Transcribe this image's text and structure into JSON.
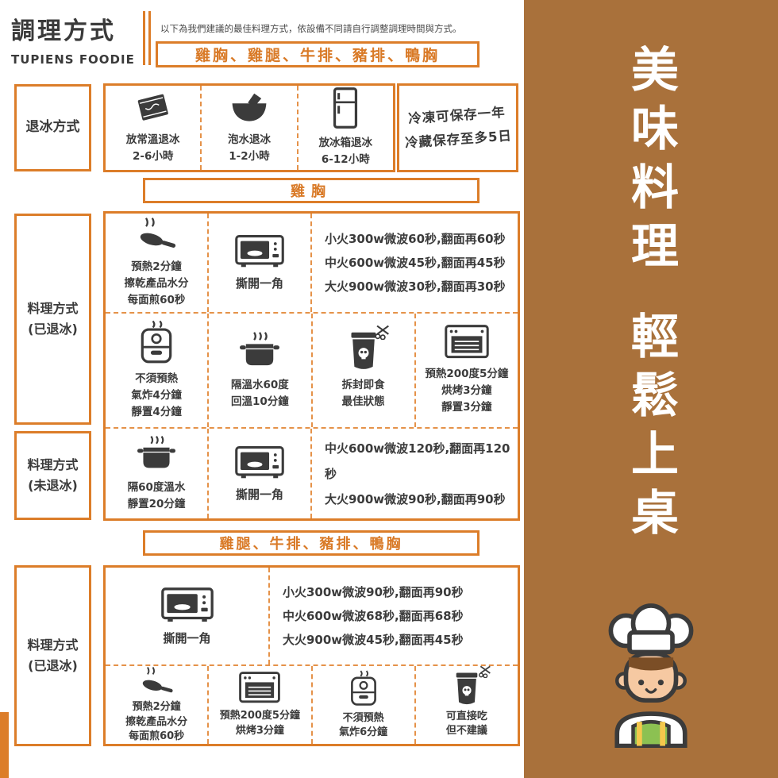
{
  "colors": {
    "accent_orange": "#DC7D29",
    "sidebar_brown": "#A9713B",
    "text_dark": "#3B3B3B"
  },
  "brand": {
    "title": "調理方式",
    "name": "TUPIENS FOODIE",
    "note": "以下為我們建議的最佳料理方式，依設備不同請自行調整調理時間與方式。"
  },
  "banners": {
    "all_products": "雞胸、雞腿、牛排、豬排、鴨胸",
    "chicken_breast": "雞胸",
    "other_products": "雞腿、牛排、豬排、鴨胸"
  },
  "defrost": {
    "label": "退冰方式",
    "methods": [
      {
        "icon": "sachet-icon",
        "text": "放常溫退冰\n2-6小時"
      },
      {
        "icon": "bowl-icon",
        "text": "泡水退冰\n1-2小時"
      },
      {
        "icon": "fridge-icon",
        "text": "放冰箱退冰\n6-12小時"
      }
    ],
    "storage_note": "冷凍可保存一年\n冷藏保存至多5日"
  },
  "chicken_breast": {
    "defrosted": {
      "label": "料理方式\n(已退冰)",
      "pan_text": "預熱2分鐘\n擦乾產品水分\n每面煎60秒",
      "microwave_label": "撕開一角",
      "microwave_lines": "小火300w微波60秒,翻面再60秒\n中火600w微波45秒,翻面再45秒\n大火900w微波30秒,翻面再30秒",
      "airfryer_text": "不須預熱\n氣炸4分鐘\n靜置4分鐘",
      "pot_text": "隔溫水60度\n回溫10分鐘",
      "pouch_text": "拆封即食\n最佳狀態",
      "oven_text": "預熱200度5分鐘\n烘烤3分鐘\n靜置3分鐘"
    },
    "frozen": {
      "label": "料理方式\n(未退冰)",
      "pot_text": "隔60度溫水\n靜置20分鐘",
      "microwave_label": "撕開一角",
      "microwave_lines": "中火600w微波120秒,翻面再120秒\n大火900w微波90秒,翻面再90秒"
    }
  },
  "other_products": {
    "defrosted": {
      "label": "料理方式\n(已退冰)",
      "microwave_label": "撕開一角",
      "microwave_lines": "小火300w微波90秒,翻面再90秒\n中火600w微波68秒,翻面再68秒\n大火900w微波45秒,翻面再45秒",
      "pan_text": "預熱2分鐘\n擦乾產品水分\n每面煎60秒",
      "oven_text": "預熱200度5分鐘\n烘烤3分鐘",
      "airfryer_text": "不須預熱\n氣炸6分鐘",
      "pouch_text": "可直接吃\n但不建議"
    }
  },
  "sidebar": {
    "slogan_top": "美味料理",
    "slogan_bottom": "輕鬆上桌"
  },
  "icons": [
    "sachet-icon",
    "bowl-icon",
    "fridge-icon",
    "frying-pan-icon",
    "microwave-icon",
    "air-fryer-icon",
    "pot-icon",
    "pouch-skull-icon",
    "scissors-icon",
    "oven-icon",
    "chef-icon"
  ]
}
